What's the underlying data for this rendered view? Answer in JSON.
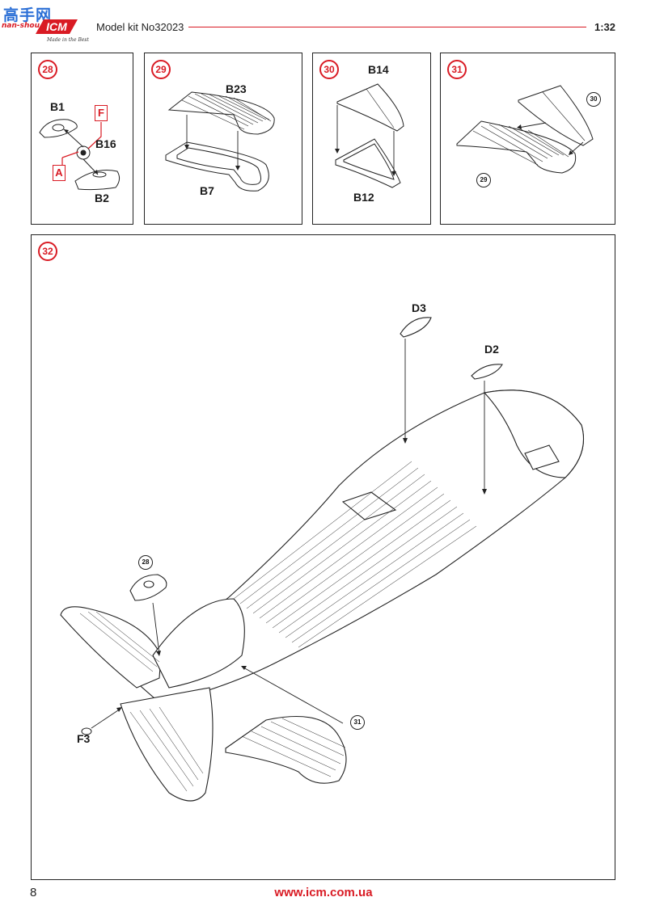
{
  "header": {
    "watermark": "高手网",
    "watermark_url": "nan-shou.com",
    "brand": "ICM",
    "tagline": "Made in the Best",
    "kit_title": "Model kit No32023",
    "scale": "1:32"
  },
  "colors": {
    "accent": "#d91b24",
    "line": "#222222",
    "watermark": "#2b6fd6"
  },
  "steps": [
    {
      "number": "28",
      "parts": [
        "B1",
        "B16",
        "B2"
      ],
      "markers": [
        "F",
        "A"
      ]
    },
    {
      "number": "29",
      "parts": [
        "B23",
        "B7"
      ]
    },
    {
      "number": "30",
      "parts": [
        "B14",
        "B12"
      ]
    },
    {
      "number": "31",
      "parts": [],
      "refs": [
        "30",
        "29"
      ]
    },
    {
      "number": "32",
      "parts": [
        "D3",
        "D2",
        "F3"
      ],
      "refs": [
        "28",
        "31"
      ]
    }
  ],
  "footer": {
    "page_number": "8",
    "url": "www.icm.com.ua"
  }
}
